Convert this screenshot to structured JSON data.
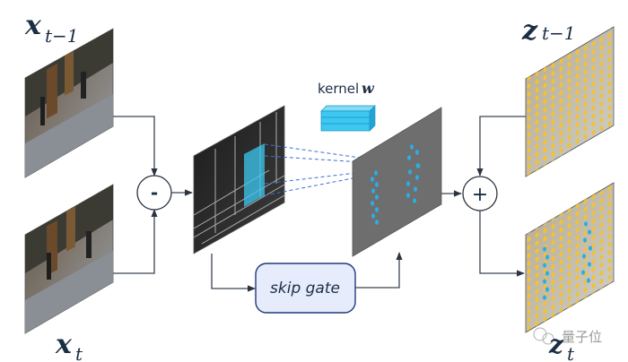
{
  "inputs": {
    "prev_frame": {
      "symbol": "x",
      "subscript": "t−1"
    },
    "curr_frame": {
      "symbol": "x",
      "subscript": "t"
    }
  },
  "outputs": {
    "prev_state": {
      "symbol": "z",
      "subscript": "t−1"
    },
    "curr_state": {
      "symbol": "z",
      "subscript": "t"
    }
  },
  "operators": {
    "subtract": "-",
    "add": "+"
  },
  "kernel": {
    "label": "kernel",
    "symbol": "w"
  },
  "skip_gate": {
    "label": "skip gate"
  },
  "watermark": {
    "text": "量子位"
  },
  "colors": {
    "line": "#3a4450",
    "kernel_fill": "#3cc8f0",
    "highlight": "#29aee6",
    "gate_fill": "#e6ecfb",
    "gate_border": "#1f3a7a",
    "sparse_map": "#6e6e6e",
    "yellow_dot": "#f2c230",
    "blue_dot": "#29aee6",
    "dashed": "#3a6fd8"
  }
}
